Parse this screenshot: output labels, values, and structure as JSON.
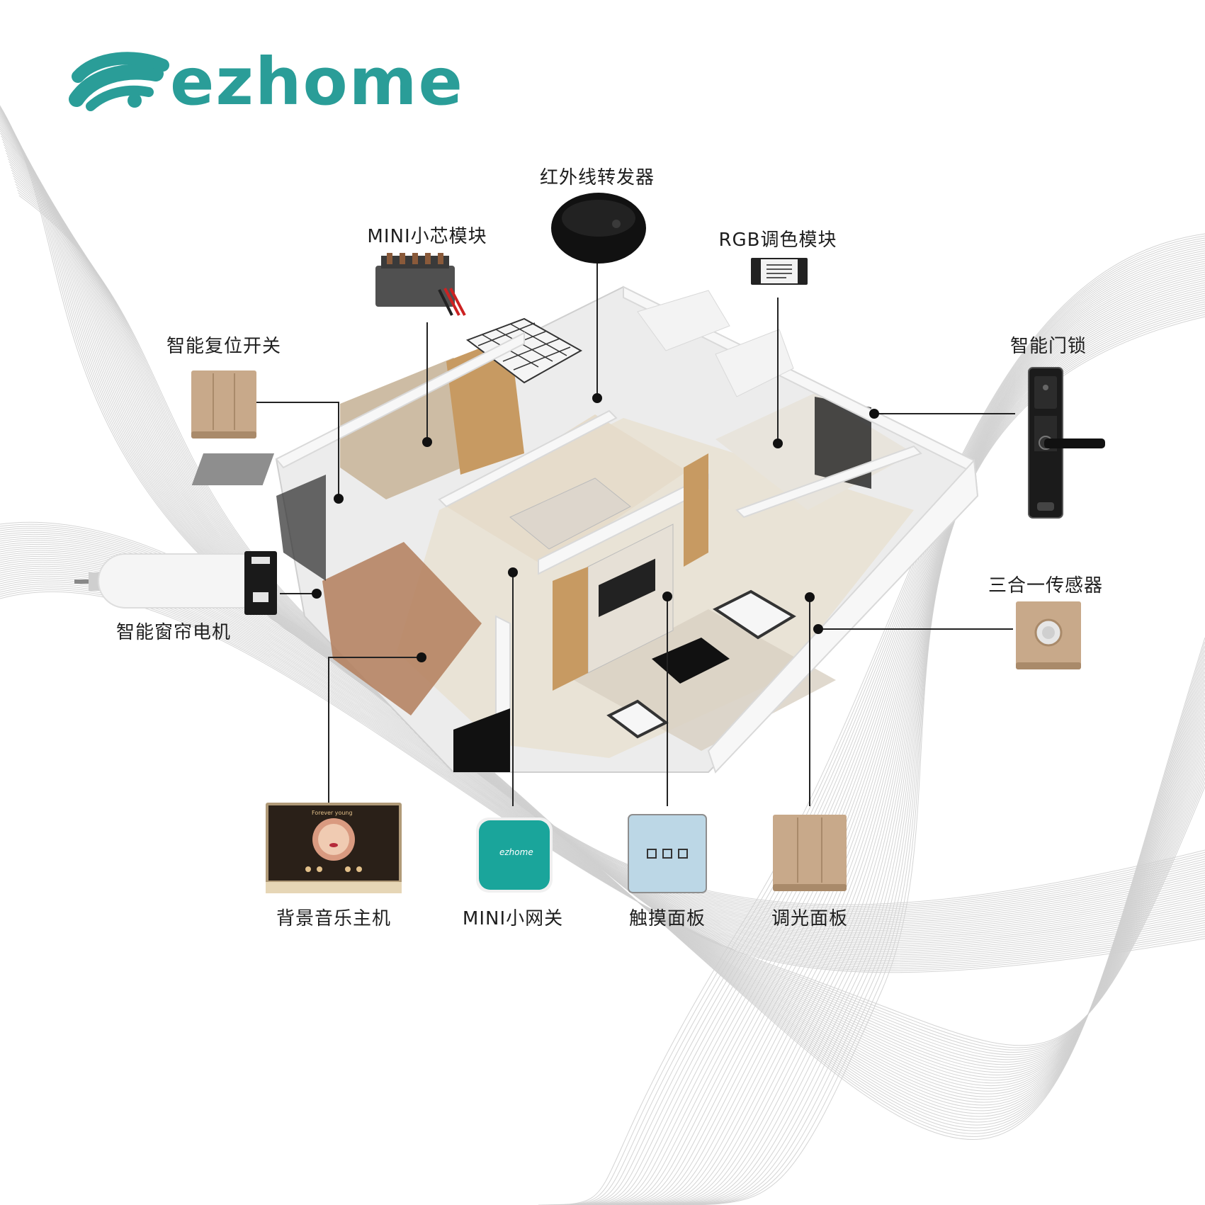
{
  "brand": {
    "logo_text": "ezhome",
    "color": "#2a9d98"
  },
  "labels": {
    "ir_repeater": "红外线转发器",
    "mini_chip": "MINI小芯模块",
    "rgb_module": "RGB调色模块",
    "reset_switch": "智能复位开关",
    "door_lock": "智能门锁",
    "curtain_motor": "智能窗帘电机",
    "three_in_one_sensor": "三合一传感器",
    "music_host": "背景音乐主机",
    "mini_gateway": "MINI小网关",
    "touch_panel": "触摸面板",
    "dimmer_panel": "调光面板"
  },
  "screens": {
    "music_song": "Forever young",
    "gateway_logo": "ezhome"
  },
  "colors": {
    "gold": "#c8a98a",
    "gold_dark": "#a98a6a",
    "teal": "#1aa59b",
    "touch_blue": "#bcd7e6",
    "wall": "#f2f2f2",
    "floor": "#e9e3d6"
  }
}
